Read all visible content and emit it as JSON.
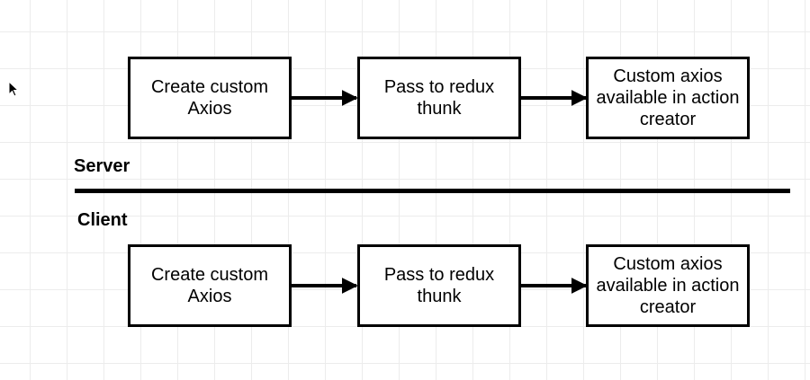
{
  "server": {
    "section_label": "Server",
    "steps": [
      {
        "label": "Create custom\nAxios"
      },
      {
        "label": "Pass to redux\nthunk"
      },
      {
        "label": "Custom axios\navailable in action\ncreator"
      }
    ]
  },
  "client": {
    "section_label": "Client",
    "steps": [
      {
        "label": "Create custom\nAxios"
      },
      {
        "label": "Pass to redux\nthunk"
      },
      {
        "label": "Custom axios\navailable in action\ncreator"
      }
    ]
  },
  "icons": {
    "cursor": "mouse-pointer-icon"
  }
}
